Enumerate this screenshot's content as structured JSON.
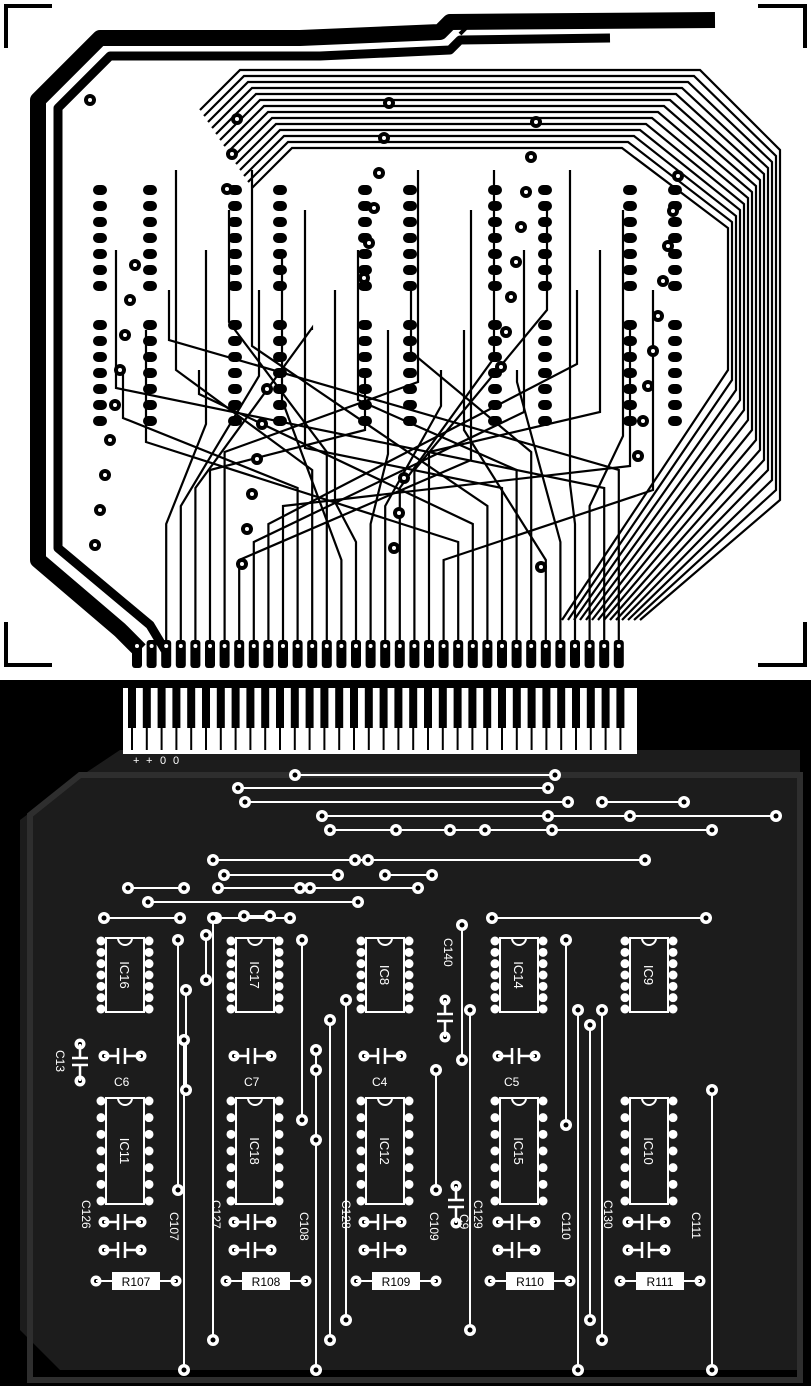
{
  "colors": {
    "copper": "#000000",
    "board_top": "#ffffff",
    "board_bottom": "#000000",
    "silkscreen": "#ffffff",
    "ground_plane": "#2a2a2a"
  },
  "connector": {
    "markings": [
      "+",
      "+",
      "0",
      "0"
    ],
    "pin_count": 34
  },
  "ics": [
    {
      "id": "ic16",
      "label": "IC16"
    },
    {
      "id": "ic17",
      "label": "IC17"
    },
    {
      "id": "ic8",
      "label": "IC8"
    },
    {
      "id": "ic14",
      "label": "IC14"
    },
    {
      "id": "ic9",
      "label": "IC9"
    },
    {
      "id": "ic11",
      "label": "IC11"
    },
    {
      "id": "ic18",
      "label": "IC18"
    },
    {
      "id": "ic12",
      "label": "IC12"
    },
    {
      "id": "ic15",
      "label": "IC15"
    },
    {
      "id": "ic10",
      "label": "IC10"
    }
  ],
  "capacitors": [
    {
      "id": "c6",
      "label": "C6"
    },
    {
      "id": "c7",
      "label": "C7"
    },
    {
      "id": "c4",
      "label": "C4"
    },
    {
      "id": "c5",
      "label": "C5"
    },
    {
      "id": "c13",
      "label": "C13"
    },
    {
      "id": "c140",
      "label": "C140"
    },
    {
      "id": "c126",
      "label": "C126"
    },
    {
      "id": "c127",
      "label": "C127"
    },
    {
      "id": "c128",
      "label": "C128"
    },
    {
      "id": "c129",
      "label": "C129"
    },
    {
      "id": "c130",
      "label": "C130"
    },
    {
      "id": "c107",
      "label": "C107"
    },
    {
      "id": "c108",
      "label": "C108"
    },
    {
      "id": "c109",
      "label": "C109"
    },
    {
      "id": "c110",
      "label": "C110"
    },
    {
      "id": "c111",
      "label": "C111"
    },
    {
      "id": "c9",
      "label": "C9"
    }
  ],
  "resistors": [
    {
      "id": "r107",
      "label": "R107"
    },
    {
      "id": "r108",
      "label": "R108"
    },
    {
      "id": "r109",
      "label": "R109"
    },
    {
      "id": "r110",
      "label": "R110"
    },
    {
      "id": "r111",
      "label": "R111"
    }
  ]
}
